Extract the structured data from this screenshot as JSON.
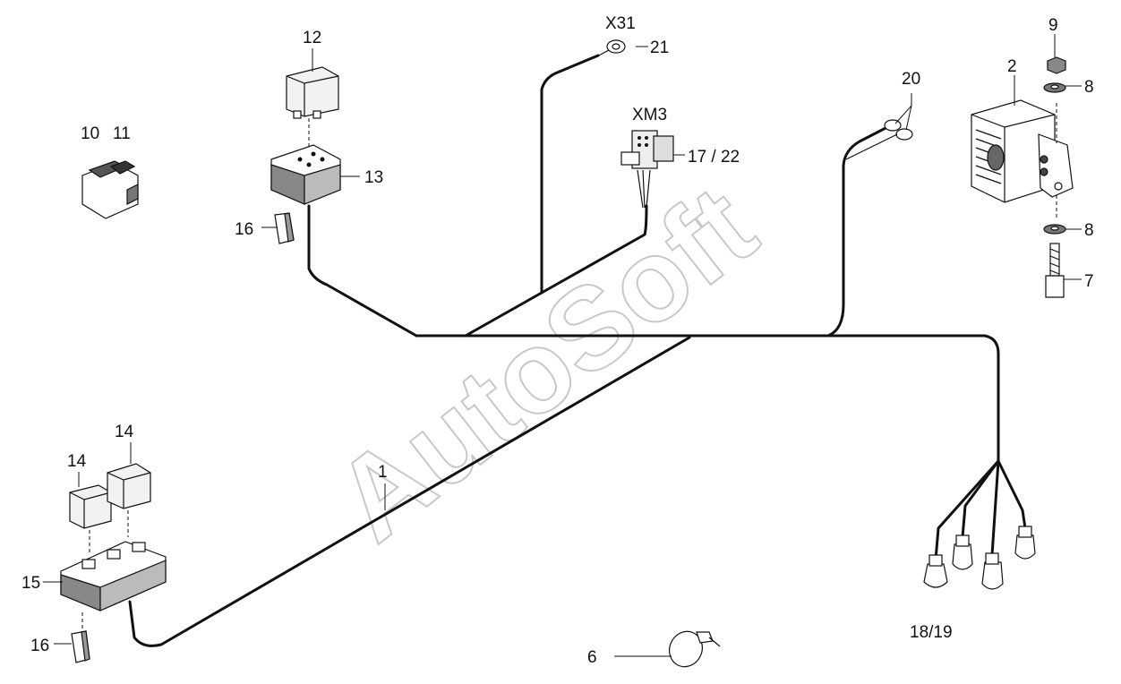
{
  "watermark": "AutoSoft",
  "labels": {
    "l1": "1",
    "l2": "2",
    "l6": "6",
    "l7": "7",
    "l8a": "8",
    "l8b": "8",
    "l9": "9",
    "l10": "10",
    "l11": "11",
    "l12": "12",
    "l13": "13",
    "l14a": "14",
    "l14b": "14",
    "l15": "15",
    "l16a": "16",
    "l16b": "16",
    "l1719": "17 / 22",
    "l1819": "18/19",
    "l20": "20",
    "l21": "21",
    "x31": "X31",
    "xm3": "XM3"
  },
  "colors": {
    "line": "#111111",
    "watermark": "#c8c8c8",
    "part_fill_light": "#eeeeee",
    "part_fill_dark": "#555555"
  }
}
